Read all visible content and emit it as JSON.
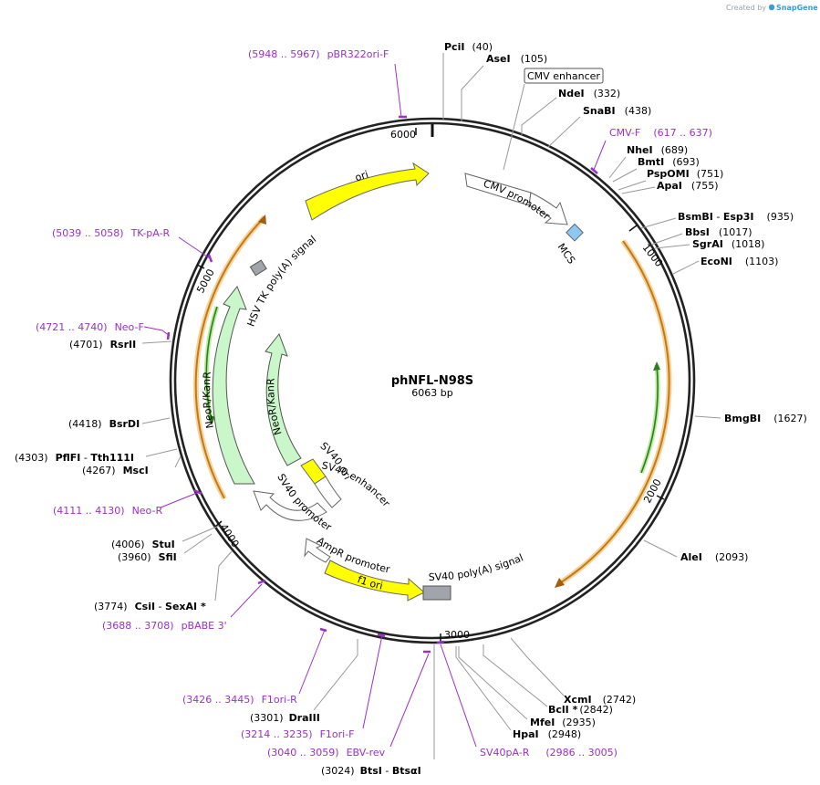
{
  "header": {
    "credit_prefix": "Created by",
    "credit_brand": "SnapGene"
  },
  "plasmid": {
    "name": "phNFL-N98S",
    "length": "6063 bp"
  },
  "ticks": [
    "1000",
    "2000",
    "3000",
    "4000",
    "5000",
    "6000"
  ],
  "enzymes": [
    {
      "n1": "PciI",
      "p": "(40)"
    },
    {
      "n1": "AseI",
      "p": "(105)"
    },
    {
      "n1": "NdeI",
      "p": "(332)"
    },
    {
      "n1": "SnaBI",
      "p": "(438)"
    },
    {
      "n1": "NheI",
      "p": "(689)"
    },
    {
      "n1": "BmtI",
      "p": "(693)"
    },
    {
      "n1": "PspOMI",
      "p": "(751)"
    },
    {
      "n1": "ApaI",
      "p": "(755)"
    },
    {
      "n1": "BsmBI",
      "sep": " - ",
      "n2": "Esp3I",
      "p": "(935)"
    },
    {
      "n1": "BbsI",
      "p": "(1017)"
    },
    {
      "n1": "SgrAI",
      "p": "(1018)"
    },
    {
      "n1": "EcoNI",
      "p": "(1103)"
    },
    {
      "n1": "BmgBI",
      "p": "(1627)"
    },
    {
      "n1": "AleI",
      "p": "(2093)"
    },
    {
      "n1": "XcmI",
      "p": "(2742)"
    },
    {
      "n1": "BclI *",
      "p": "(2842)"
    },
    {
      "n1": "MfeI",
      "p": "(2935)"
    },
    {
      "n1": "HpaI",
      "p": "(2948)"
    },
    {
      "p": "(3024)",
      "n1": "BtsI",
      "sep": " - ",
      "n2": "BtsαI"
    },
    {
      "p": "(3301)",
      "n1": "DraIII"
    },
    {
      "p": "(3774)",
      "n1": "CsiI",
      "sep": " - ",
      "n2": "SexAI *"
    },
    {
      "p": "(3960)",
      "n1": "SfiI"
    },
    {
      "p": "(4006)",
      "n1": "StuI"
    },
    {
      "p": "(4267)",
      "n1": "MscI"
    },
    {
      "p": "(4303)",
      "n1": "PflFI",
      "sep": " - ",
      "n2": "Tth111I"
    },
    {
      "p": "(4418)",
      "n1": "BsrDI"
    },
    {
      "p": "(4701)",
      "n1": "RsrII"
    }
  ],
  "primers": [
    {
      "range": "(5948 .. 5967)",
      "name": "pBR322ori-F"
    },
    {
      "range": "(617 .. 637)",
      "name": "CMV-F"
    },
    {
      "range": "(5039 .. 5058)",
      "name": "TK-pA-R"
    },
    {
      "range": "(4721 .. 4740)",
      "name": "Neo-F"
    },
    {
      "range": "(4111 .. 4130)",
      "name": "Neo-R"
    },
    {
      "range": "(3688 .. 3708)",
      "name": "pBABE 3'"
    },
    {
      "range": "(3426 .. 3445)",
      "name": "F1ori-R"
    },
    {
      "range": "(3214 .. 3235)",
      "name": "F1ori-F"
    },
    {
      "range": "(3040 .. 3059)",
      "name": "EBV-rev"
    },
    {
      "range": "(2986 .. 3005)",
      "name": "SV40pA-R"
    }
  ],
  "features": {
    "cmv_enhancer": "CMV enhancer",
    "cmv_promoter": "CMV promoter",
    "mcs": "MCS",
    "ori": "ori",
    "hsv_tk": "HSV TK poly(A) signal",
    "neor_outer": "NeoR/KanR",
    "neor_inner": "NeoR/KanR",
    "sv40_ori": "SV40 ori",
    "sv40_enhancer": "SV40 enhancer",
    "sv40_promoter": "SV40 promoter",
    "ampr_promoter": "AmpR promoter",
    "f1_ori": "f1 ori",
    "sv40_polya": "SV40 poly(A) signal"
  },
  "colors": {
    "backbone": "#222222",
    "primer": "#9b30c8",
    "ori": "#ffff00",
    "neo": "#c9f7c9",
    "orf": "#f5a623",
    "mcs": "#8cc8f5",
    "polya": "#a0a4ab"
  }
}
